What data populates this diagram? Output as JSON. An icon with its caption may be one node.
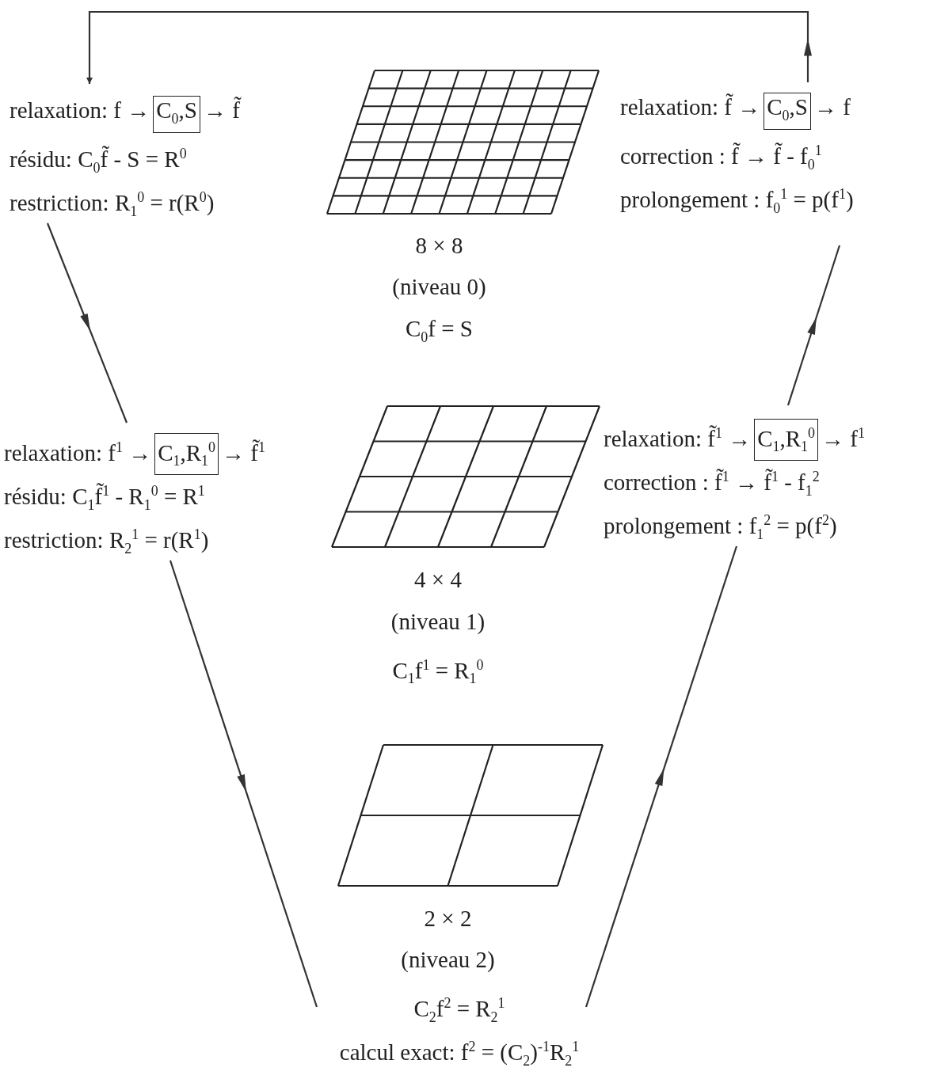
{
  "diagram": {
    "nodes": [
      {
        "text": [
          "relaxation: f →",
          "→ f̃",
          "résidu: C$_{0}$f̃ - S = R$^{0}$",
          "restriction: R$_{1}$$^{0}$ = r(R$^{0}$)"
        ]
      },
      {
        "text": [
          "C$_{0}$,S"
        ],
        "in": 0
      },
      {
        "text": [],
        "shape": "picture",
        "beside": [
          "8 × 8",
          "(niveau 0)",
          "C$_{0}$f = S"
        ]
      },
      {
        "text": [
          "relaxation: f̃ →",
          "→ f",
          "correction : f̃ → f̃ - f$_{0}$$^{1}$",
          "prolongement : f$_{0}$$^{1}$ = p(f$^{1}$)"
        ]
      },
      {
        "text": [
          "C$_{0}$,S"
        ],
        "in": 3
      },
      {
        "text": [
          "relaxation: f$^{1}$ →",
          "→ f̃$^{1}$",
          "résidu: C$_{1}$f̃$^{1}$ - R$_{1}$$^{0}$ = R$^{1}$",
          "restriction: R$_{2}$$^{1}$ = r(R$^{1}$)"
        ]
      },
      {
        "text": [
          "C$_{1}$,R$_{1}$$^{0}$"
        ],
        "in": 5
      },
      {
        "text": [],
        "shape": "picture",
        "beside": [
          "4 × 4",
          "(niveau 1)",
          "C$_{1}$f$^{1}$ = R$_{1}$$^{0}$"
        ]
      },
      {
        "text": [
          "relaxation: f̃$^{1}$ →",
          "→ f$^{1}$",
          "correction : f̃$^{1}$ → f̃$^{1}$ - f$_{1}$$^{2}$",
          "prolongement : f$_{1}$$^{2}$ = p(f$^{2}$)"
        ]
      },
      {
        "text": [
          "C$_{1}$,R$_{1}$$^{0}$"
        ],
        "in": 8
      },
      {
        "text": [],
        "shape": "picture",
        "beside": [
          "2 × 2",
          "(niveau 2)"
        ]
      },
      {
        "text": [
          "C$_{2}$f$^{2}$ = R$_{2}$$^{1}$",
          "calcul exact: f$^{2}$ = (C$_{2}$)$^{-1}$R$_{2}$$^{1}$"
        ]
      }
    ],
    "edges": [
      {
        "from": 3,
        "to": 0,
        "arrow": "to"
      },
      {
        "from": 0,
        "to": 5,
        "arrow": "to"
      },
      {
        "from": 5,
        "to": 11,
        "arrow": "to"
      },
      {
        "from": 11,
        "to": 8,
        "arrow": "to"
      },
      {
        "from": 8,
        "to": 3,
        "arrow": "to"
      }
    ]
  }
}
